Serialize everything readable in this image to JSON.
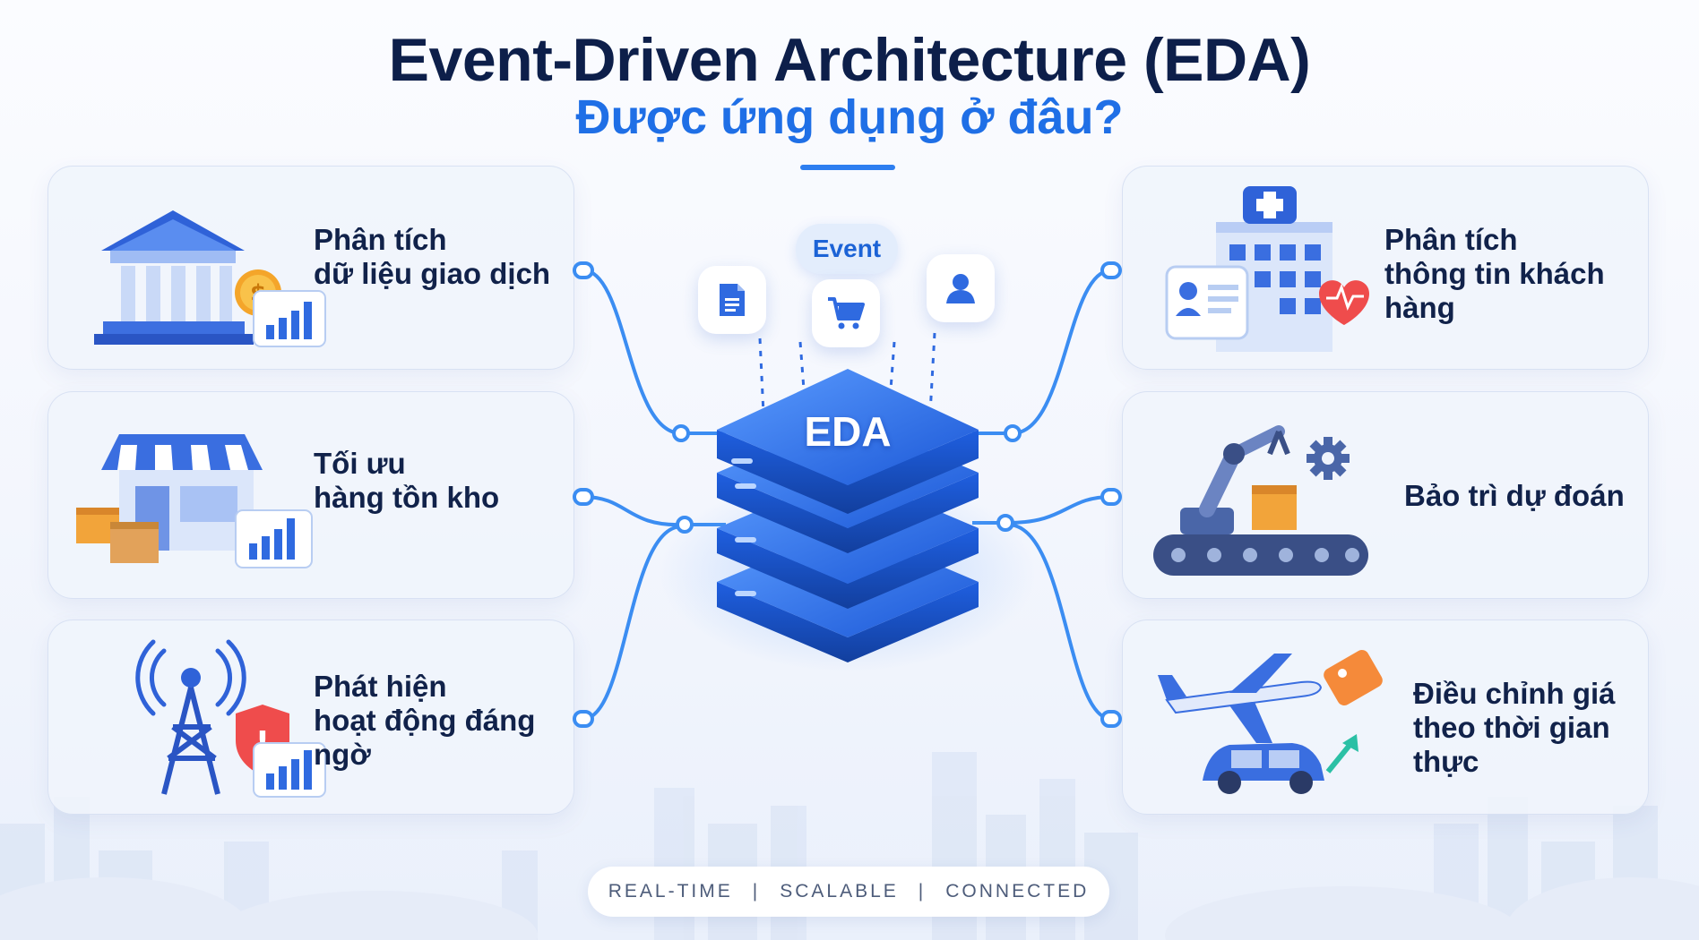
{
  "header": {
    "title": "Event-Driven Architecture (EDA)",
    "subtitle": "Được ứng dụng ở đâu?"
  },
  "hub": {
    "label": "EDA",
    "event_pill": "Event",
    "event_icons": [
      "document-icon",
      "cart-icon",
      "user-icon"
    ]
  },
  "cards_left": [
    {
      "line1": "Phân tích",
      "line2": "dữ liệu giao dịch",
      "icon": "bank-icon"
    },
    {
      "line1": "Tối ưu",
      "line2": "hàng tồn kho",
      "icon": "store-icon"
    },
    {
      "line1": "Phát hiện",
      "line2": "hoạt động đáng ngờ",
      "icon": "tower-icon"
    }
  ],
  "cards_right": [
    {
      "line1": "Phân tích",
      "line2": "thông tin khách hàng",
      "icon": "hospital-icon"
    },
    {
      "line1": "Bảo trì dự đoán",
      "line2": "",
      "icon": "robot-arm-icon"
    },
    {
      "line1": "Điều chỉnh giá",
      "line2": "theo thời gian thực",
      "icon": "plane-car-icon"
    }
  ],
  "footer": {
    "item1": "REAL-TIME",
    "sep": "|",
    "item2": "SCALABLE",
    "item3": "CONNECTED"
  },
  "colors": {
    "accent": "#1f6fe6",
    "title": "#0d1f4a",
    "hub": "#2e6ff0",
    "connector": "#3b8df2"
  }
}
